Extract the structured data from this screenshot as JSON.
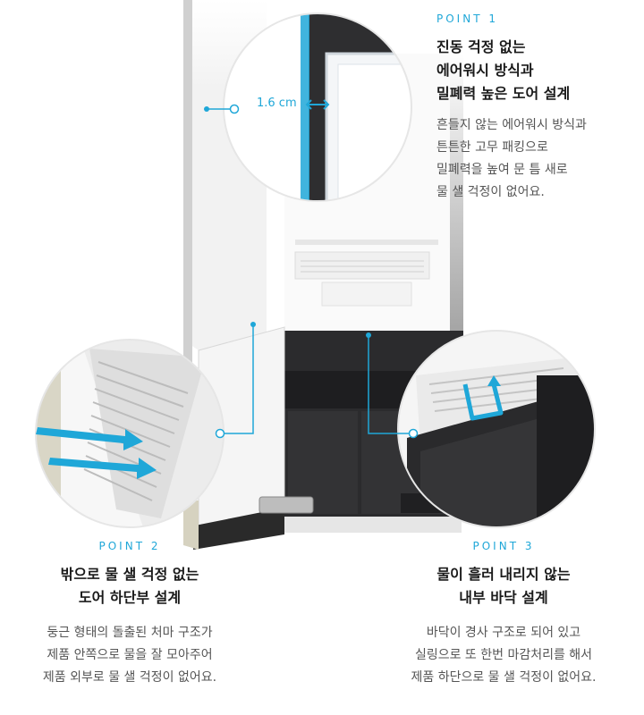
{
  "point1": {
    "label": "POINT 1",
    "heading": [
      "진동 걱정 없는",
      "에어워시 방식과",
      "밀폐력 높은 도어 설계"
    ],
    "desc": [
      "흔들지 않는 에어워시 방식과",
      "튼튼한 고무 패킹으로",
      "밀폐력을 높여 문 틈 새로",
      "물 샐 걱정이 없어요."
    ],
    "measure": "1.6 cm"
  },
  "point2": {
    "label": "POINT 2",
    "heading": [
      "밖으로 물 샐 걱정 없는",
      "도어 하단부 설계"
    ],
    "desc": [
      "둥근 형태의 돌출된 처마 구조가",
      "제품 안쪽으로 물을 잘 모아주어",
      "제품 외부로 물 샐 걱정이 없어요."
    ]
  },
  "point3": {
    "label": "POINT 3",
    "heading": [
      "물이 흘러 내리지 않는",
      "내부 바닥 설계"
    ],
    "desc": [
      "바닥이 경사 구조로 되어 있고",
      "실링으로 또 한번 마감처리를 해서",
      "제품 하단으로 물 샐 걱정이 없어요."
    ]
  },
  "colors": {
    "accent": "#1fa7d8",
    "appliance_dark": "#2b2b2d"
  }
}
